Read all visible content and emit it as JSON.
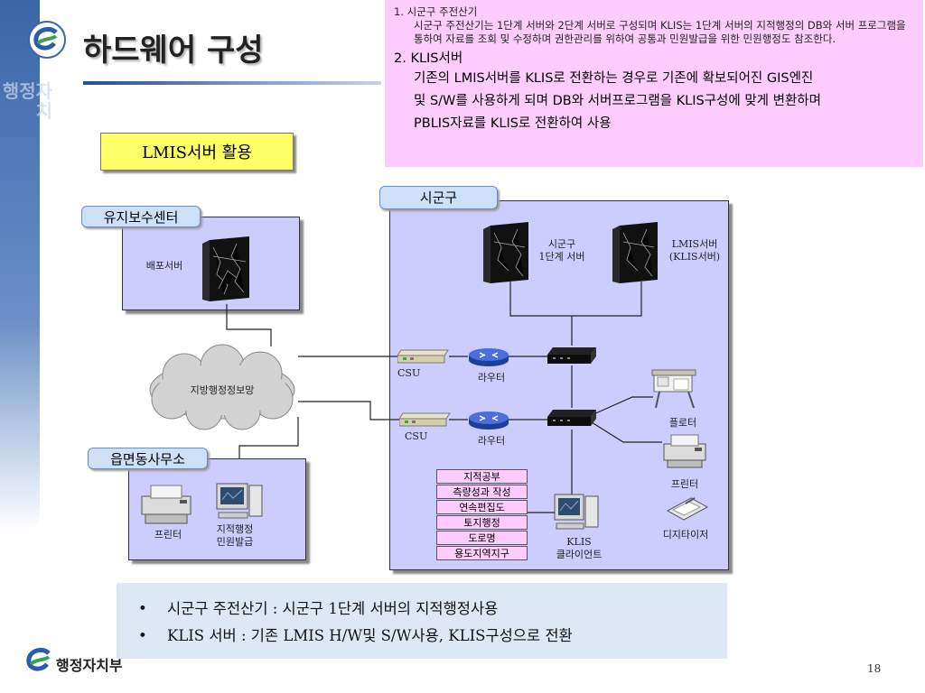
{
  "slide": {
    "title": "하드웨어 구성",
    "banner_text": "행정자치",
    "page_number": "18",
    "footer_brand": "행정자치부"
  },
  "notes": {
    "item1_head": "1. 시군구 주전산기",
    "item1_body": "시군구 주전산기는 1단계 서버와 2단계 서버로 구성되며 KLIS는 1단계 서버의 지적행정의 DB와 서버 프로그램을 통하여 자료를 조회 및 수정하며 권한관리를 위하여 공통과 민원발급을 위한 민원행정도 참조한다.",
    "item2_head": "2. KLIS서버",
    "item2_lines": [
      "기존의 LMIS서버를 KLIS로 전환하는 경우로 기존에 확보되어진 GIS엔진",
      "및 S/W를 사용하게 되며 DB와 서버프로그램을 KLIS구성에 맞게 변환하며",
      "PBLIS자료를 KLIS로 전환하여 사용"
    ]
  },
  "lmis_box": "LMIS서버 활용",
  "diagram": {
    "maintenance_center": {
      "tag": "유지보수센터",
      "server_label": "배포서버"
    },
    "network_cloud": "지방행정정보망",
    "town_office": {
      "tag": "읍면동사무소",
      "printer_label": "프린터",
      "pc_label": "지적행정\n민원발급"
    },
    "sigungu": {
      "tag": "시군구",
      "server1_label": "시군구\n1단계 서버",
      "server2_label": "LMIS서버\n(KLIS서버)",
      "csu_label": "CSU",
      "router_label": "라우터",
      "plotter_label": "플로터",
      "printer_label": "프린터",
      "digitizer_label": "디지타이저",
      "client_label": "KLIS\n클라이언트",
      "functions": [
        "지적공부",
        "측량성과 작성",
        "연속편집도",
        "토지행정",
        "도로명",
        "용도지역지구"
      ]
    }
  },
  "bullets": [
    "시군구 주전산기 : 시군구 1단계 서버의 지적행정사용",
    "KLIS 서버 : 기존 LMIS H/W및 S/W사용, KLIS구성으로 전환"
  ],
  "colors": {
    "notes_bg": "#ffccff",
    "panel_bg": "#ccccff",
    "tag_bg": "#cde0f7",
    "lmis_bg": "#ffff66",
    "bullets_bg": "#dde8f4",
    "router": "#3a5fcc"
  }
}
